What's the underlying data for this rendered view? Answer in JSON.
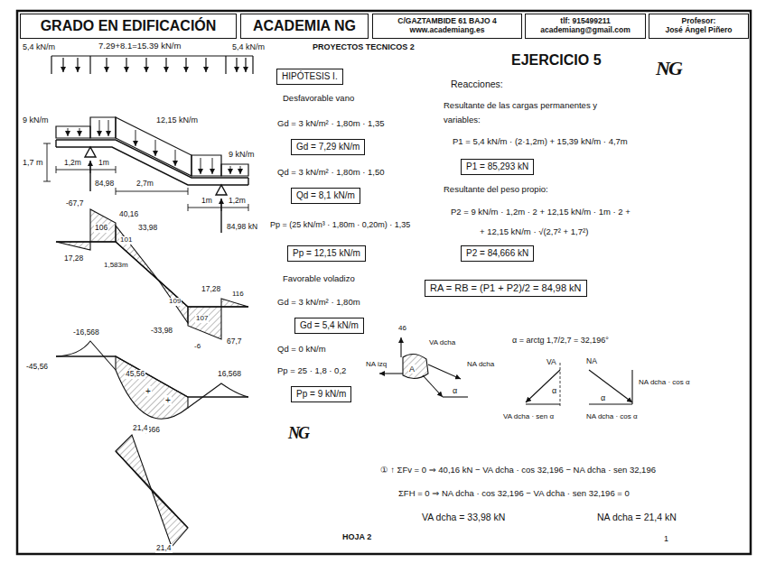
{
  "diagram": {
    "title": "EJERCICIO 5",
    "nodes": [
      {
        "text": [
          "GRADO EN EDIFICACIÓN"
        ]
      },
      {
        "text": [
          "ACADEMIA NG"
        ]
      },
      {
        "text": [
          "C/GAZTAMBIDE 61 BAJO 4",
          "www.academiang.es"
        ]
      },
      {
        "text": [
          "tlf: 915499211",
          "academiang@gmail.com"
        ]
      },
      {
        "text": [
          "Profesor:",
          "José Ángel Piñero"
        ]
      },
      {
        "text": [
          "HIPÓTESIS I."
        ]
      },
      {
        "text": [
          "Gd = 7,29 kN/m"
        ]
      },
      {
        "text": [
          "Qd = 8,1 kN/m"
        ]
      },
      {
        "text": [
          "Pp = 12,15 kN/m"
        ]
      },
      {
        "text": [
          "Gd = 5,4 kN/m"
        ]
      },
      {
        "text": [
          "Pp = 9 kN/m"
        ]
      },
      {
        "text": [
          "P1 = 85,293 kN"
        ]
      },
      {
        "text": [
          "P2 = 84,666 kN"
        ]
      },
      {
        "text": [
          "RA = RB = (P1 + P2)/2 = 84,98 kN"
        ]
      }
    ],
    "labels": [
      "PROYECTOS TECNICOS 2",
      "7.29+8.1=15.39 kN/m",
      "5,4 kN/m",
      "5,4 kN/m",
      "9 kN/m",
      "12,15 kN/m",
      "9 kN/m",
      "1,7 m",
      "1,2m",
      "1m",
      "2,7m",
      "1m",
      "1,2m",
      "84,98",
      "84,98 kN",
      "-67,7",
      "40,16",
      "33,98",
      "17,28",
      "106",
      "101",
      "1,583m",
      "109",
      "107",
      "17,28",
      "116",
      "-33,98",
      "-6",
      "67,7",
      "-16,568",
      "-45,56",
      "45,56",
      "+",
      "70,666",
      "16,568",
      "+",
      "21,4",
      "21,4",
      "Desfavorable vano",
      "Gd = 3 kN/m² · 1,80m · 1,35",
      "Qd = 3 kN/m² · 1,80m · 1,50",
      "Pp = (25 kN/m³ · 1,80m · 0,20m) · 1,35",
      "Favorable voladizo",
      "Gd = 3 kN/m² · 1,80m",
      "Qd = 0 kN/m",
      "Pp = 25 · 1,8 · 0,2",
      "Reacciones:",
      "Resultante de las cargas permanentes y",
      "variables:",
      "P1 = 5,4 kN/m · (2·1,2m) + 15,39 kN/m · 4,7m",
      "Resultante del peso propio:",
      "P2 = 9 kN/m · 1,2m · 2 + 12,15 kN/m · 1m · 2 +",
      "+ 12,15 kN/m · √(2,7² + 1,7²)",
      "46",
      "NA izq",
      "A",
      "VA dcha",
      "NA dcha",
      "α",
      "α = arctg 1,7/2,7 = 32,196°",
      "VA",
      "α",
      "VA dcha · sen α",
      "NA",
      "α",
      "NA dcha · cos α",
      "NA dcha · cos α",
      "① ↑ ΣFv = 0 ⇒ 40,16 kN − VA dcha · cos 32,196 − NA dcha · sen 32,196",
      "ΣFH = 0 ⇒ NA dcha · cos 32,196 − VA dcha · sen 32,196 = 0",
      "VA dcha = 33,98 kN",
      "NA dcha = 21,4 kN",
      "HOJA 2",
      "1",
      "NG",
      "NG"
    ]
  }
}
